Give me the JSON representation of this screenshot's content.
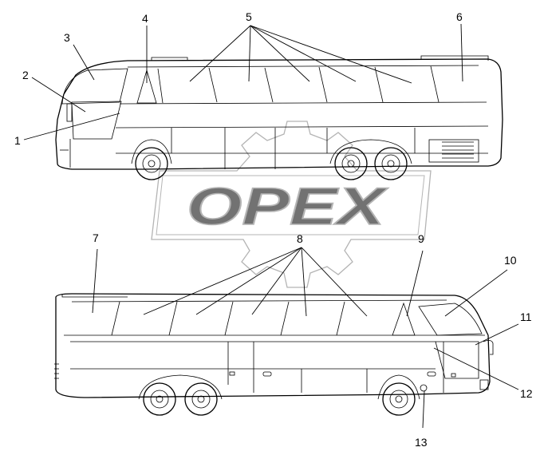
{
  "watermark": {
    "text": "OPEX"
  },
  "callouts": [
    "1",
    "2",
    "3",
    "4",
    "5",
    "6",
    "7",
    "8",
    "9",
    "10",
    "11",
    "12",
    "13"
  ]
}
